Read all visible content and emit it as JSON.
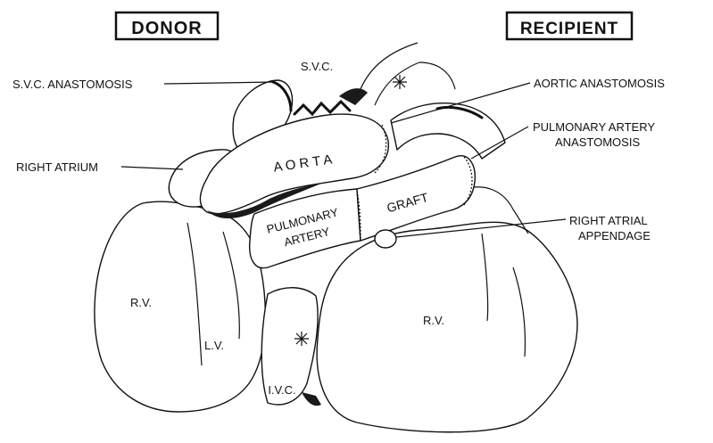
{
  "headers": {
    "donor": "DONOR",
    "recipient": "RECIPIENT"
  },
  "labels": {
    "svc": "S.V.C.",
    "svc_anastomosis": "S.V.C. ANASTOMOSIS",
    "aortic_anastomosis": "AORTIC ANASTOMOSIS",
    "right_atrium": "RIGHT ATRIUM",
    "pulmonary_artery_anastomosis_1": "PULMONARY ARTERY",
    "pulmonary_artery_anastomosis_2": "ANASTOMOSIS",
    "right_atrial_appendage_1": "RIGHT ATRIAL",
    "right_atrial_appendage_2": "APPENDAGE",
    "aorta": "A O R T A",
    "graft": "GRAFT",
    "pulmonary_1": "PULMONARY",
    "pulmonary_2": "ARTERY",
    "donor_rv": "R.V.",
    "donor_lv": "L.V.",
    "recipient_rv": "R.V.",
    "ivc": "I.V.C."
  }
}
